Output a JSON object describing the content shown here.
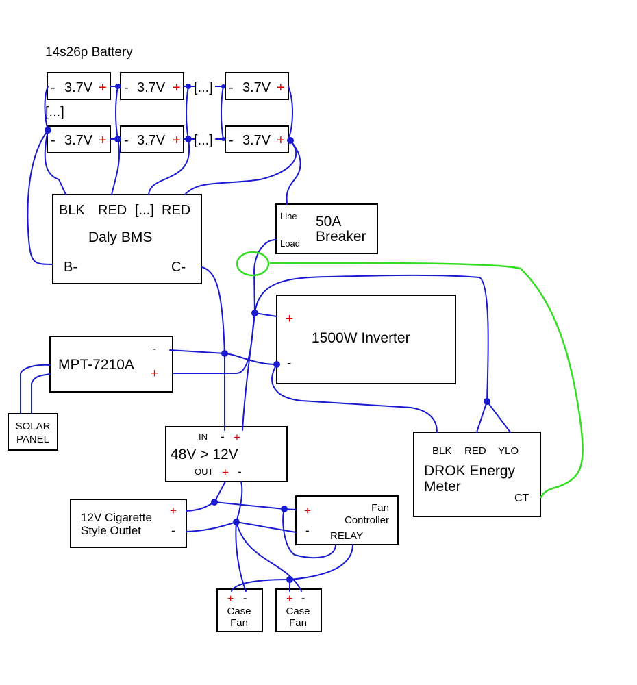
{
  "title": "14s26p Battery",
  "cells": {
    "minus": "-",
    "voltage": "3.7V",
    "plus": "+",
    "ellipsis": "[...]",
    "row_ellipsis": "[...]"
  },
  "bms": {
    "label": "Daly BMS",
    "blk": "BLK",
    "red1": "RED",
    "mid": "[...]",
    "red2": "RED",
    "b_minus": "B-",
    "c_minus": "C-"
  },
  "breaker": {
    "line": "Line",
    "load": "Load",
    "rating": "50A",
    "name": "Breaker"
  },
  "inverter": {
    "label": "1500W Inverter",
    "plus": "+",
    "minus": "-"
  },
  "mppt": {
    "label": "MPT-7210A",
    "minus": "-",
    "plus": "+"
  },
  "solar": {
    "line1": "SOLAR",
    "line2": "PANEL"
  },
  "converter": {
    "in_label": "IN",
    "in_minus": "-",
    "in_plus": "+",
    "label": "48V > 12V",
    "out_label": "OUT",
    "out_plus": "+",
    "out_minus": "-"
  },
  "meter": {
    "blk": "BLK",
    "red": "RED",
    "ylo": "YLO",
    "line1": "DROK Energy",
    "line2": "Meter",
    "ct": "CT"
  },
  "outlet": {
    "line1": "12V Cigarette",
    "line2": "Style Outlet",
    "plus": "+",
    "minus": "-"
  },
  "fan_controller": {
    "line1": "Fan",
    "line2": "Controller",
    "plus": "+",
    "minus": "-",
    "relay": "RELAY"
  },
  "fans": [
    {
      "plus": "+",
      "minus": "-",
      "line1": "Case",
      "line2": "Fan"
    },
    {
      "plus": "+",
      "minus": "-",
      "line1": "Case",
      "line2": "Fan"
    }
  ],
  "colors": {
    "wire": "#1a1ad0",
    "ct_wire": "#33dd22",
    "positive": "#e00000",
    "box_border": "#000000"
  }
}
